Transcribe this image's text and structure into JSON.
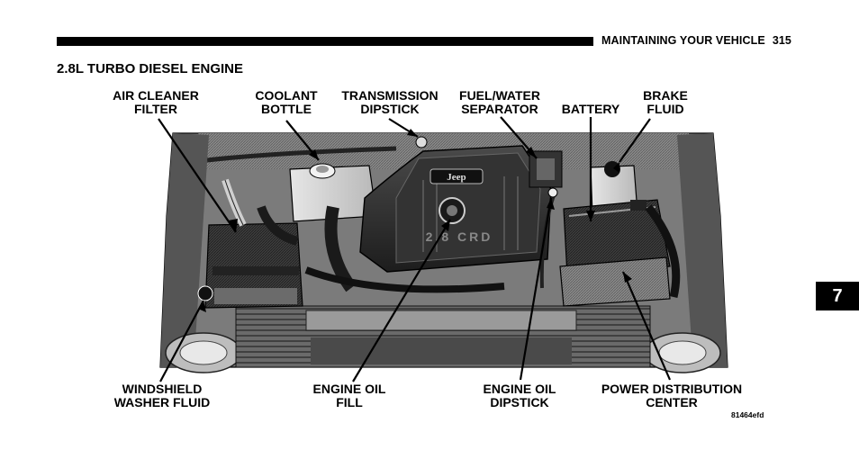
{
  "header": {
    "section": "MAINTAINING YOUR VEHICLE",
    "page_number": "315"
  },
  "title": "2.8L TURBO DIESEL ENGINE",
  "labels": {
    "air_cleaner": {
      "line1": "AIR CLEANER",
      "line2": "FILTER"
    },
    "coolant": {
      "line1": "COOLANT",
      "line2": "BOTTLE"
    },
    "transmission": {
      "line1": "TRANSMISSION",
      "line2": "DIPSTICK"
    },
    "fuel_water": {
      "line1": "FUEL/WATER",
      "line2": "SEPARATOR"
    },
    "battery": {
      "line1": "BATTERY"
    },
    "brake": {
      "line1": "BRAKE",
      "line2": "FLUID"
    },
    "washer": {
      "line1": "WINDSHIELD",
      "line2": "WASHER FLUID"
    },
    "oil_fill": {
      "line1": "ENGINE OIL",
      "line2": "FILL"
    },
    "oil_dipstick": {
      "line1": "ENGINE OIL",
      "line2": "DIPSTICK"
    },
    "power_dist": {
      "line1": "POWER DISTRIBUTION",
      "line2": "CENTER"
    }
  },
  "engine_cover": {
    "brand": "Jeep",
    "text": "2.8 CRD"
  },
  "chapter_tab": "7",
  "figure_code": "81464efd"
}
